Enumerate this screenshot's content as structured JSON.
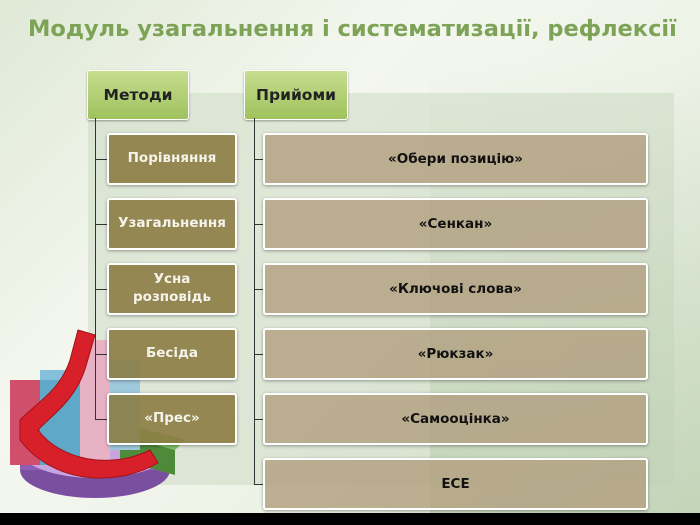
{
  "title": "Модуль узагальнення і систематизації, рефлексії",
  "headers": {
    "methods": "Методи",
    "techniques": "Прийоми"
  },
  "methods": [
    "Порівняння",
    "Узагальнення",
    "Усна розповідь",
    "Бесіда",
    "«Прес»"
  ],
  "techniques": [
    "«Обери позицію»",
    "«Сенкан»",
    "«Ключові слова»",
    "«Рюкзак»",
    "«Самооцінка»",
    "ЕСЕ"
  ],
  "colors": {
    "title": "#7da356",
    "header_fill": "#9fc25d",
    "method_fill": "#8a7a40",
    "technique_fill": "#b2a080"
  },
  "decorations": [
    "chart-3d-illustration",
    "red-arrow-icon"
  ]
}
